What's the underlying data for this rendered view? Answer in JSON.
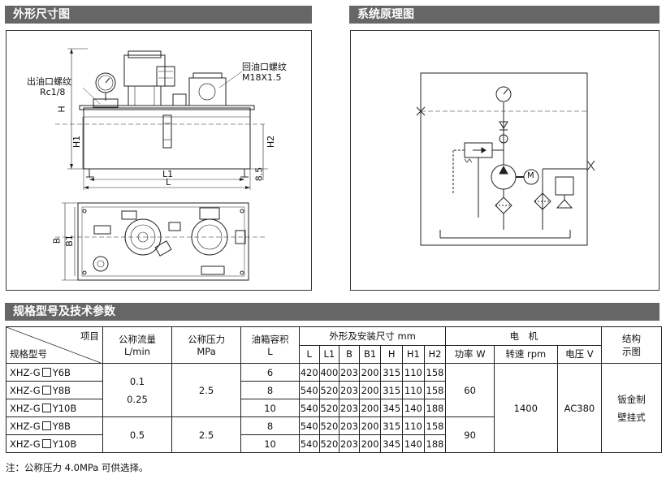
{
  "sections": {
    "dimensions_title": "外形尺寸图",
    "schematic_title": "系统原理图",
    "spec_title": "规格型号及技术参数"
  },
  "drawing": {
    "outlet_label": "出油口螺纹",
    "outlet_thread": "Rc1/8",
    "return_label": "回油口螺纹",
    "return_thread": "M18X1.5",
    "dim_H": "H",
    "dim_H1": "H1",
    "dim_H2": "H2",
    "dim_L1": "L1",
    "dim_L": "L",
    "dim_85": "8.5",
    "dim_B": "B",
    "dim_B1": "B1",
    "motor_symbol": "M"
  },
  "table": {
    "header": {
      "item": "项目",
      "model": "规格型号",
      "flow": "公称流量",
      "flow_unit": "L/min",
      "pressure": "公称压力",
      "pressure_unit": "MPa",
      "volume": "油箱容积",
      "volume_unit": "L",
      "dims": "外形及安装尺寸 mm",
      "dim_cols": [
        "L",
        "L1",
        "B",
        "B1",
        "H",
        "H1",
        "H2"
      ],
      "motor": "电　机",
      "power": "功率 W",
      "speed": "转速 rpm",
      "voltage": "电压 V",
      "structure": "结构",
      "structure2": "示图"
    },
    "rows": [
      {
        "prefix": "XHZ-G",
        "suffix": "Y6B",
        "volume": "6",
        "dims": [
          "420",
          "400",
          "203",
          "200",
          "315",
          "110",
          "158"
        ]
      },
      {
        "prefix": "XHZ-G",
        "suffix": "Y8B",
        "volume": "8",
        "dims": [
          "540",
          "520",
          "203",
          "200",
          "315",
          "110",
          "158"
        ]
      },
      {
        "prefix": "XHZ-G",
        "suffix": "Y10B",
        "volume": "10",
        "dims": [
          "540",
          "520",
          "203",
          "200",
          "345",
          "140",
          "188"
        ]
      },
      {
        "prefix": "XHZ-G",
        "suffix": "Y8B",
        "volume": "8",
        "dims": [
          "540",
          "520",
          "203",
          "200",
          "315",
          "110",
          "158"
        ]
      },
      {
        "prefix": "XHZ-G",
        "suffix": "Y10B",
        "volume": "10",
        "dims": [
          "540",
          "520",
          "203",
          "200",
          "345",
          "140",
          "188"
        ]
      }
    ],
    "group1": {
      "flow_a": "0.1",
      "flow_b": "0.25",
      "pressure": "2.5",
      "power": "60"
    },
    "group2": {
      "flow": "0.5",
      "pressure": "2.5",
      "power": "90"
    },
    "speed": "1400",
    "voltage": "AC380",
    "structure_line1": "钣金制",
    "structure_line2": "壁挂式"
  },
  "note": "注：公称压力 4.0MPa 可供选择。"
}
